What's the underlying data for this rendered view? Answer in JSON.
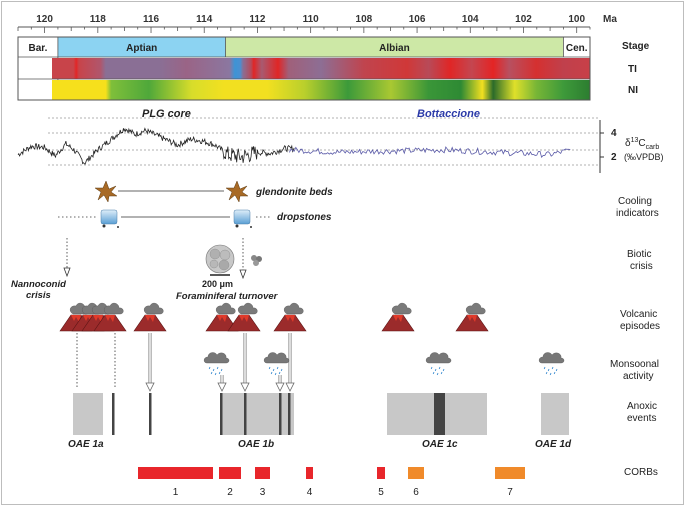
{
  "axis": {
    "unit": "Ma",
    "ticks": [
      "120",
      "118",
      "116",
      "114",
      "112",
      "110",
      "108",
      "106",
      "104",
      "102",
      "100"
    ],
    "range": [
      121,
      99.5
    ]
  },
  "stages": [
    {
      "label": "Bar.",
      "color": "#ffffff"
    },
    {
      "label": "Aptian",
      "color": "#8cd3f2"
    },
    {
      "label": "Albian",
      "color": "#cde8a6"
    },
    {
      "label": "Cen.",
      "color": "#ffffff"
    }
  ],
  "stage_boundaries_ma": [
    121,
    119.5,
    113.2,
    100.5,
    99.5
  ],
  "row_labels": {
    "stage": "Stage",
    "ti": "TI",
    "ni": "NI"
  },
  "curve": {
    "left_label": "PLG core",
    "right_label": "Bottaccione",
    "axis_ticks": [
      "4",
      "2"
    ],
    "axis_label_main": "δ",
    "axis_label_sup": "13",
    "axis_label_sub_c": "C",
    "axis_label_sub": "carb",
    "axis_unit": "(‰VPDB)",
    "black_color": "#222222",
    "blue_color": "#5a5aa8"
  },
  "cooling": {
    "glendonite_label": "glendonite beds",
    "dropstone_label": "dropstones",
    "row_label_1": "Cooling",
    "row_label_2": "indicators"
  },
  "biotic": {
    "nannoconid_1": "Nannoconid",
    "nannoconid_2": "crisis",
    "scale": "200 μm",
    "foraminiferal": "Foraminiferal turnover",
    "row_label_1": "Biotic",
    "row_label_2": "crisis"
  },
  "volcanic": {
    "row_label_1": "Volcanic",
    "row_label_2": "episodes"
  },
  "monsoonal": {
    "row_label_1": "Monsoonal",
    "row_label_2": "activity"
  },
  "anoxic": {
    "row_label_1": "Anoxic",
    "row_label_2": "events",
    "labels": [
      "OAE 1a",
      "OAE 1b",
      "OAE 1c",
      "OAE 1d"
    ]
  },
  "corbs": {
    "row_label": "CORBs",
    "items": [
      {
        "label": "1",
        "color": "#e8262b"
      },
      {
        "label": "2",
        "color": "#e8262b"
      },
      {
        "label": "3",
        "color": "#e8262b"
      },
      {
        "label": "4",
        "color": "#e8262b"
      },
      {
        "label": "5",
        "color": "#e8262b"
      },
      {
        "label": "6",
        "color": "#f08a2a"
      },
      {
        "label": "7",
        "color": "#f08a2a"
      }
    ]
  }
}
